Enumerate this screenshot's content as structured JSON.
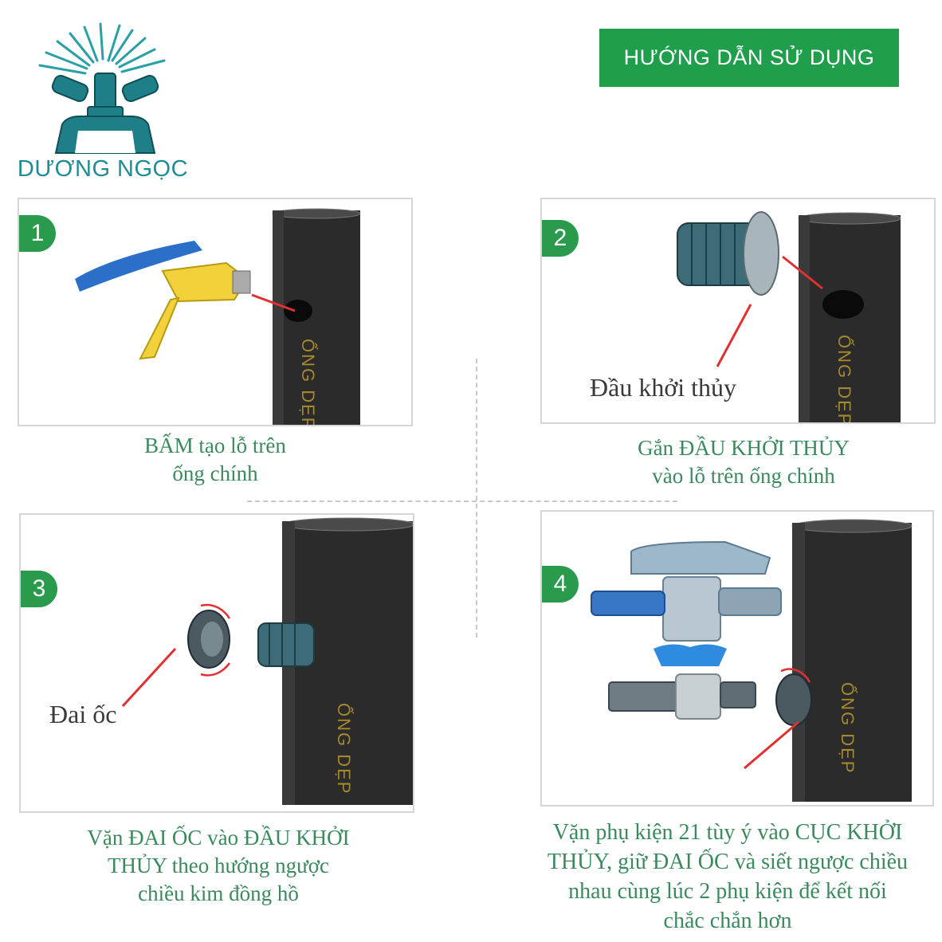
{
  "brand": {
    "name": "DƯƠNG NGỌC",
    "colors": {
      "primary": "#1e8c95",
      "accent": "#1f9e4b"
    }
  },
  "banner": {
    "title": "HƯỚNG DẪN SỬ DỤNG"
  },
  "steps": [
    {
      "number": "1",
      "pipe_label": "ỐNG DẸP",
      "caption_lines": [
        "BẤM tạo lỗ trên",
        "ống chính"
      ]
    },
    {
      "number": "2",
      "pipe_label": "ỐNG DẸP",
      "part_label": "Đầu khởi thủy",
      "caption_lines": [
        "Gắn ĐẦU KHỞI THỦY",
        "vào lỗ trên ống chính"
      ]
    },
    {
      "number": "3",
      "pipe_label": "ỐNG DẸP",
      "part_label": "Đai ốc",
      "caption_lines": [
        "Vặn ĐAI ỐC vào  ĐẦU KHỞI",
        "THỦY theo hướng ngược",
        "chiều kim đồng hồ"
      ]
    },
    {
      "number": "4",
      "pipe_label": "ỐNG DẸP",
      "caption_lines": [
        "Vặn phụ kiện 21 tùy ý vào CỤC KHỞI",
        "THỦY, giữ ĐAI ỐC và siết ngược chiều",
        "nhau cùng lúc 2 phụ kiện  để kết nối",
        "chắc chắn hơn"
      ]
    }
  ]
}
